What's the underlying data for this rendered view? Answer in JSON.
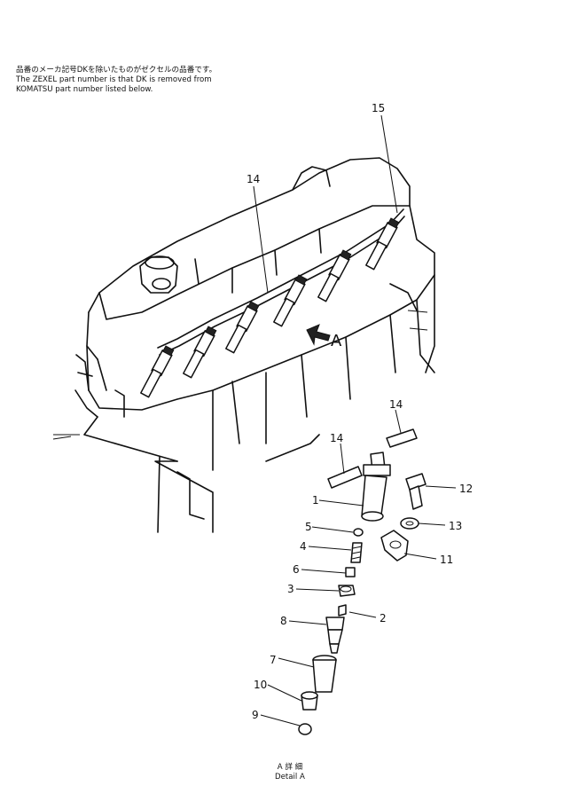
{
  "note": {
    "line1": "品番のメーカ記号DKを除いたものがゼクセルの品番です。",
    "line2": "The ZEXEL part number is that DK is removed from",
    "line3": "KOMATSU part number listed below."
  },
  "detail_arrow_label": "A",
  "callouts": {
    "c15": "15",
    "c14_top": "14",
    "c14_a": "14",
    "c14_b": "14",
    "c1": "1",
    "c12": "12",
    "c13": "13",
    "c5": "5",
    "c4": "4",
    "c11": "11",
    "c6": "6",
    "c3": "3",
    "c2": "2",
    "c8": "8",
    "c7": "7",
    "c10": "10",
    "c9": "9"
  },
  "caption": {
    "jp": "A 詳 細",
    "en": "Detail A"
  }
}
